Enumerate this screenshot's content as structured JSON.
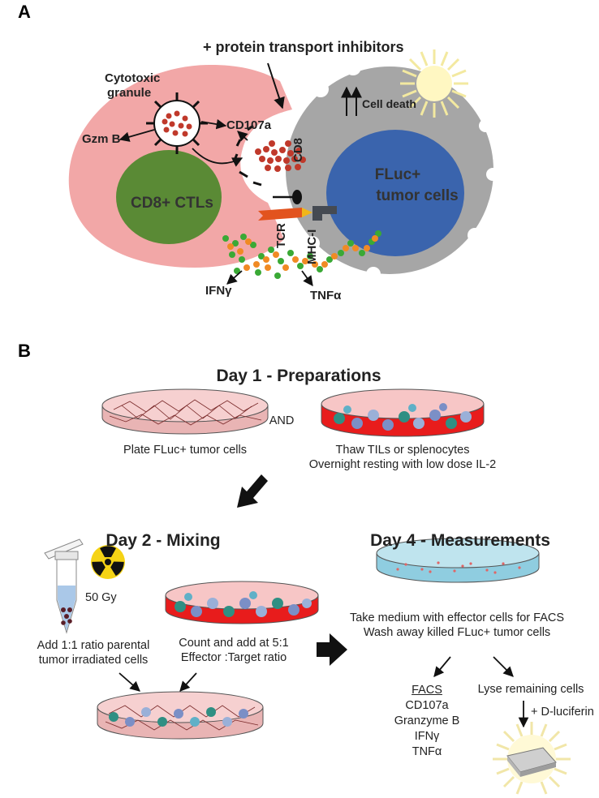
{
  "panel_a": {
    "label": "A",
    "protein_inhibitors": "+ protein transport inhibitors",
    "cytotoxic_granule": [
      "Cytotoxic",
      "granule"
    ],
    "gzm_b": "Gzm B",
    "cd107a": "CD107a",
    "cd8_ctls": "CD8+ CTLs",
    "cd8": "CD8",
    "tcr": "TCR",
    "mhc": "MHC-I",
    "cell_death": "Cell death",
    "tumor": [
      "FLuc+",
      "tumor cells"
    ],
    "ifng": "IFNγ",
    "tnfa": "TNFα",
    "colors": {
      "ctl_cell": "#f2a7a7",
      "ctl_nucleus": "#5a8a35",
      "tumor_cell": "#a6a6a6",
      "tumor_nucleus": "#3a64ad",
      "granule_dot": "#c0392b",
      "cytokine_green": "#3aa935",
      "cytokine_orange": "#f08a24"
    }
  },
  "panel_b": {
    "label": "B",
    "day1": {
      "title": "Day 1 - Preparations",
      "plate_caption": "Plate FLuc+ tumor cells",
      "and": "AND",
      "thaw_caption": [
        "Thaw TILs or splenocytes",
        "Overnight resting with low dose IL-2"
      ]
    },
    "day2": {
      "title": "Day 2 - Mixing",
      "dose": "50 Gy",
      "tube_caption": [
        "Add 1:1 ratio parental",
        "tumor irradiated cells"
      ],
      "count_caption": [
        "Count and add at 5:1",
        "Effector :Target ratio"
      ]
    },
    "day4": {
      "title": "Day 4 - Measurements",
      "caption": [
        "Take medium with effector cells for FACS",
        "Wash away killed FLuc+ tumor cells"
      ],
      "facs_title": "FACS",
      "facs_items": [
        "CD107a",
        "Granzyme B",
        "IFNγ",
        "TNFα"
      ],
      "lyse": "Lyse remaining cells",
      "luciferin": "+ D-luciferin"
    }
  }
}
